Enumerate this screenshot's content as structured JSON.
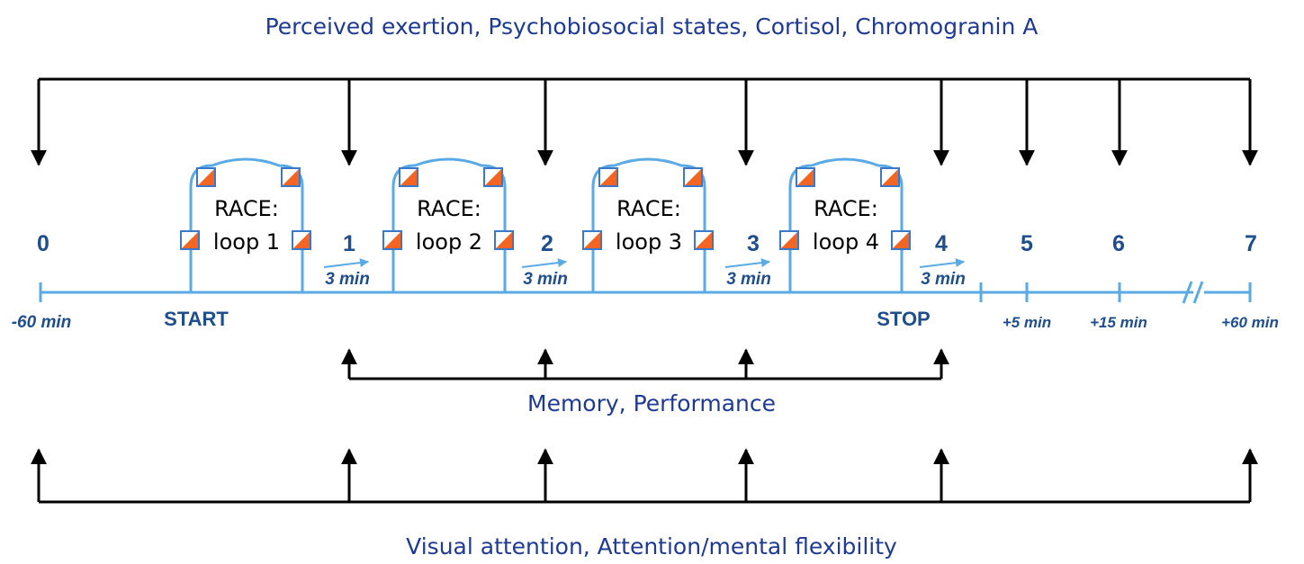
{
  "measures": {
    "top": "Perceived exertion, Psychobiosocial states, Cortisol, Chromogranin A",
    "middle": "Memory, Performance",
    "bottom": "Visual attention, Attention/mental flexibility"
  },
  "timepoints": [
    "0",
    "1",
    "2",
    "3",
    "4",
    "5",
    "6",
    "7"
  ],
  "events": {
    "start": "START",
    "stop": "STOP"
  },
  "time_labels": {
    "pre": "-60 min",
    "post5": "+5 min",
    "post15": "+15 min",
    "post60": "+60 min"
  },
  "rest_label": "3 min",
  "race_loops": [
    {
      "line1": "RACE:",
      "line2": "loop 1"
    },
    {
      "line1": "RACE:",
      "line2": "loop 2"
    },
    {
      "line1": "RACE:",
      "line2": "loop 3"
    },
    {
      "line1": "RACE:",
      "line2": "loop 4"
    }
  ],
  "colors": {
    "timeline": "#5aaae6",
    "text_dark_blue": "#1f4e8c",
    "title_blue": "#1f3a93",
    "flag_orange": "#f26522",
    "flag_border": "#3b78c9"
  }
}
